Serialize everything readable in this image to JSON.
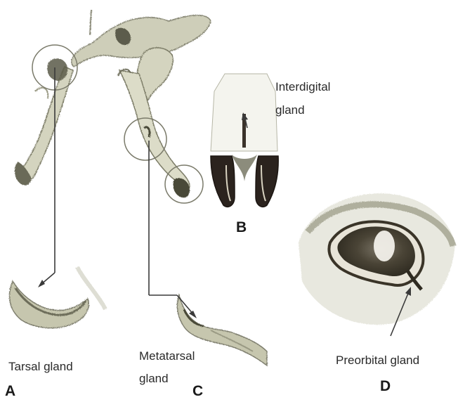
{
  "labels": {
    "interdigital_line1": "Interdigital",
    "interdigital_line2": "gland",
    "tarsal": "Tarsal gland",
    "metatarsal_line1": "Metatarsal",
    "metatarsal_line2": "gland",
    "preorbital": "Preorbital gland"
  },
  "panels": {
    "a": "A",
    "b": "B",
    "c": "C",
    "d": "D"
  },
  "colors": {
    "line": "#3a3a3a",
    "sketch": "#8a8a78",
    "hoof": "#2b231e",
    "eye_dark": "#3c3628",
    "background": "#ffffff"
  }
}
